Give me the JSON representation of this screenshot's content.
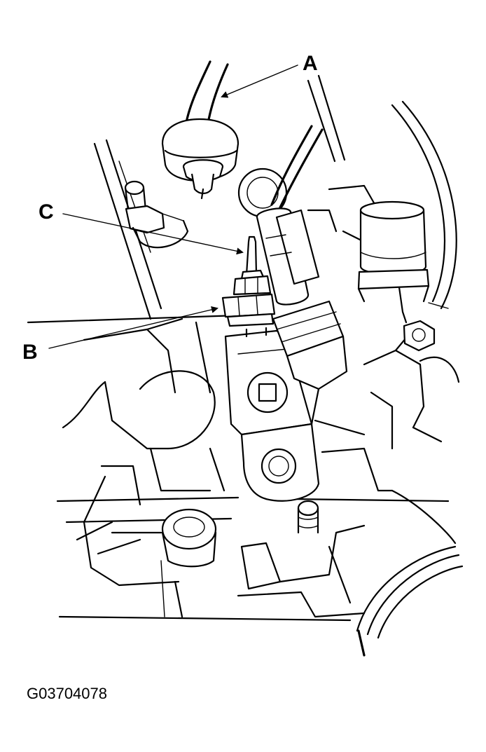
{
  "labels": {
    "a": "A",
    "b": "B",
    "c": "C"
  },
  "figure_id": "G03704078"
}
